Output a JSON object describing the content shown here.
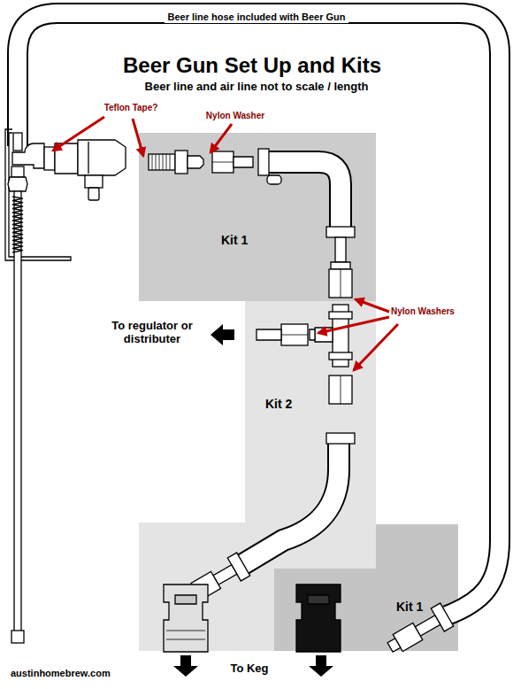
{
  "diagram": {
    "title": "Beer Gun Set Up and Kits",
    "nodes": [
      {
        "text": [
          "Kit 1"
        ]
      },
      {
        "text": [
          "Kit 2"
        ]
      },
      {
        "text": [
          "Kit 1"
        ]
      }
    ],
    "labels": [
      "Beer line hose included with Beer Gun",
      "Beer line and air line not to scale / length",
      "Teflon Tape?",
      "Nylon Washer",
      "To regulator or distributer",
      "Nylon Washers",
      "To Keg",
      "austinhomebrew.com"
    ]
  }
}
